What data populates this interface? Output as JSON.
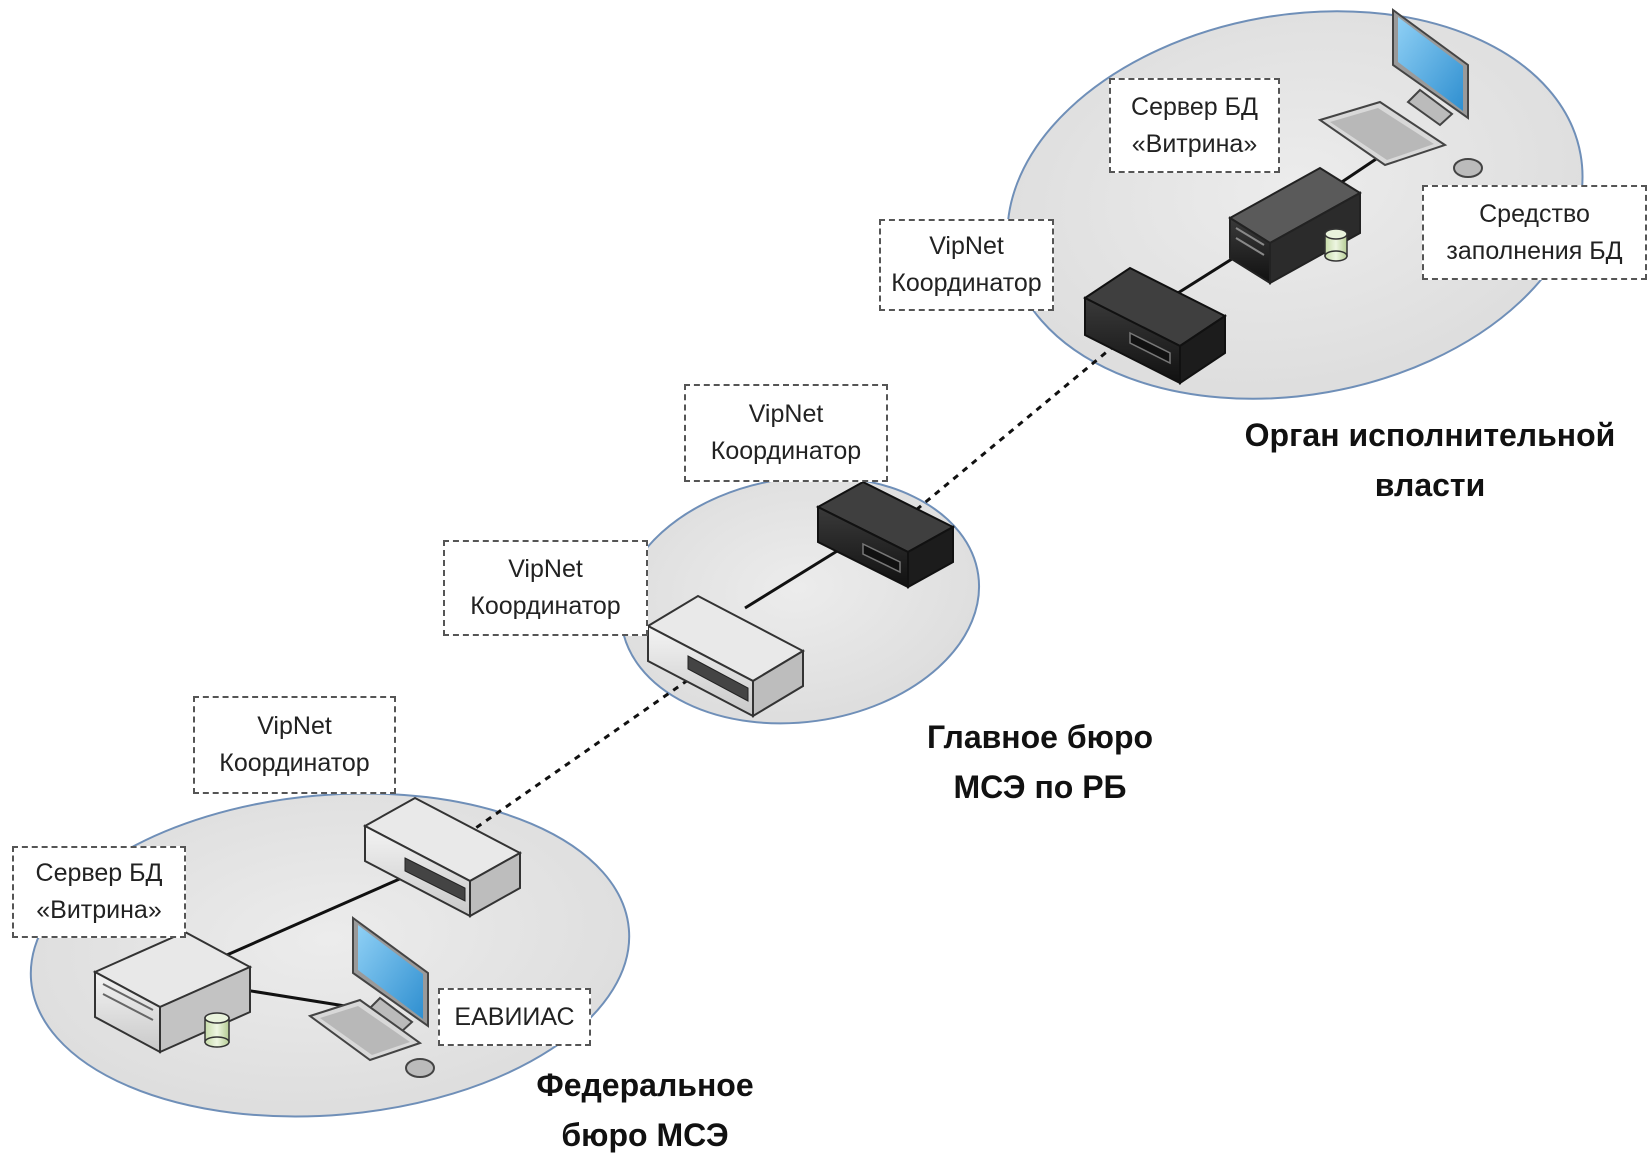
{
  "zones": {
    "executive": {
      "line1": "Орган исполнительной",
      "line2": "власти"
    },
    "main_bureau": {
      "line1": "Главное бюро",
      "line2": "МСЭ по РБ"
    },
    "federal": {
      "line1": "Федеральное",
      "line2": "бюро МСЭ"
    }
  },
  "labels": {
    "exec_db_server": {
      "line1": "Сервер БД",
      "line2": "«Витрина»"
    },
    "exec_coordinator": {
      "line1": "VipNet",
      "line2": "Координатор"
    },
    "exec_fill_tool": {
      "line1": "Средство",
      "line2": "заполнения БД"
    },
    "main_coordinator_top": {
      "line1": "VipNet",
      "line2": "Координатор"
    },
    "main_coordinator_left": {
      "line1": "VipNet",
      "line2": "Координатор"
    },
    "fed_coordinator": {
      "line1": "VipNet",
      "line2": "Координатор"
    },
    "fed_db_server": {
      "line1": "Сервер БД",
      "line2": "«Витрина»"
    },
    "fed_eaviias": {
      "line1": "ЕАВИИАС"
    }
  },
  "colors": {
    "zone_fill": "#e6e6e6",
    "zone_stroke": "#6f8fb8",
    "link": "#111111"
  },
  "icons": [
    "workstation-icon",
    "server-icon",
    "rack-coordinator-dark-icon",
    "rack-coordinator-light-icon",
    "database-icon"
  ]
}
